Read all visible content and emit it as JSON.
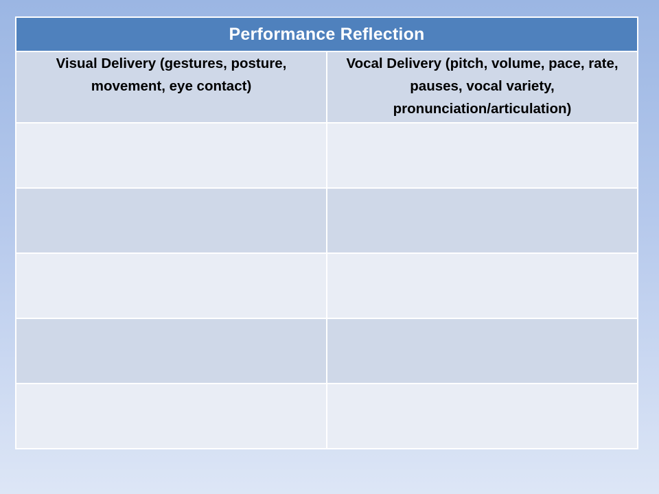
{
  "slide": {
    "title": "Performance Reflection",
    "columns": [
      "Visual Delivery (gestures, posture, movement, eye contact)",
      "Vocal Delivery (pitch, volume, pace, rate, pauses, vocal variety, pronunciation/articulation)"
    ],
    "rows": [
      [
        "",
        ""
      ],
      [
        "",
        ""
      ],
      [
        "",
        ""
      ],
      [
        "",
        ""
      ],
      [
        "",
        ""
      ]
    ]
  },
  "colors": {
    "title_bg": "#4f81bd",
    "header_bg": "#cfd8e8",
    "row_light": "#e9edf5",
    "row_dark": "#cfd8e8",
    "background_top": "#9bb6e3",
    "background_bottom": "#dde6f6"
  }
}
